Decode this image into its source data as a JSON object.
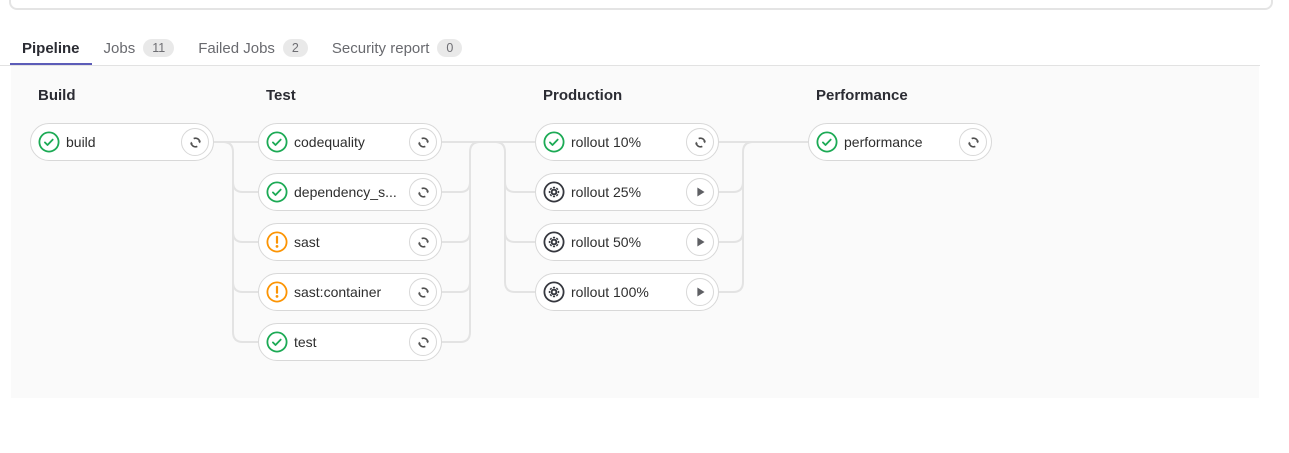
{
  "colors": {
    "accent": "#5c5cb8",
    "success": "#1caa55",
    "warning": "#fc9403",
    "manual": "#36383f",
    "connector": "#e3e3e3",
    "panel_bg": "#fafafa"
  },
  "tabs": [
    {
      "label": "Pipeline",
      "badge": null,
      "active": true
    },
    {
      "label": "Jobs",
      "badge": "11",
      "active": false
    },
    {
      "label": "Failed Jobs",
      "badge": "2",
      "active": false
    },
    {
      "label": "Security report",
      "badge": "0",
      "active": false
    }
  ],
  "pipeline": {
    "stages": [
      {
        "name": "Build",
        "jobs": [
          {
            "label": "build",
            "status": "success",
            "action": "retry"
          }
        ]
      },
      {
        "name": "Test",
        "jobs": [
          {
            "label": "codequality",
            "status": "success",
            "action": "retry"
          },
          {
            "label": "dependency_s...",
            "status": "success",
            "action": "retry"
          },
          {
            "label": "sast",
            "status": "warning",
            "action": "retry"
          },
          {
            "label": "sast:container",
            "status": "warning",
            "action": "retry"
          },
          {
            "label": "test",
            "status": "success",
            "action": "retry"
          }
        ]
      },
      {
        "name": "Production",
        "jobs": [
          {
            "label": "rollout 10%",
            "status": "success",
            "action": "retry"
          },
          {
            "label": "rollout 25%",
            "status": "manual",
            "action": "play"
          },
          {
            "label": "rollout 50%",
            "status": "manual",
            "action": "play"
          },
          {
            "label": "rollout 100%",
            "status": "manual",
            "action": "play"
          }
        ]
      },
      {
        "name": "Performance",
        "jobs": [
          {
            "label": "performance",
            "status": "success",
            "action": "retry"
          }
        ]
      }
    ]
  },
  "icon_names": {
    "success": "status-success-icon",
    "warning": "status-warning-icon",
    "manual": "status-manual-icon",
    "retry": "retry-icon",
    "play": "play-icon"
  }
}
